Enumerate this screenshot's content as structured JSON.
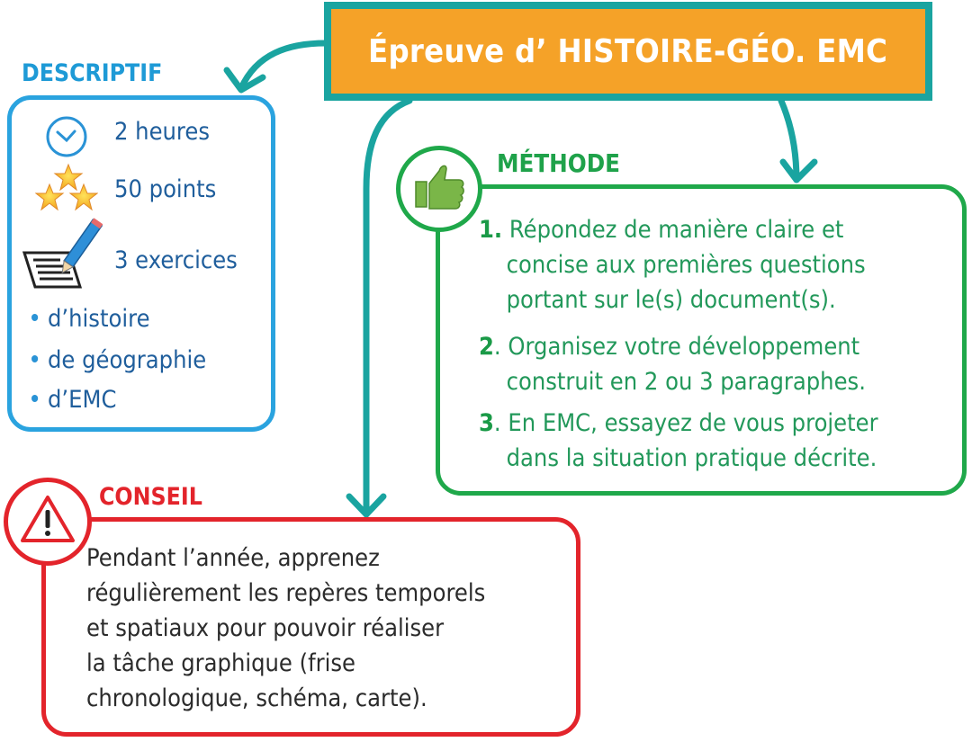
{
  "title": "Épreuve d’ HISTOIRE-GÉO. EMC",
  "colors": {
    "title_bg": "#f5a228",
    "title_border": "#1aa4a0",
    "connector": "#1aa4a0",
    "descriptif": "#2aa3df",
    "methode": "#1fa84a",
    "conseil": "#e3242b"
  },
  "descriptif": {
    "heading": "DESCRIPTIF",
    "duration": {
      "icon": "clock-icon",
      "label": "2 heures"
    },
    "points": {
      "icon": "stars-icon",
      "label": "50 points"
    },
    "exercises": {
      "icon": "paper-pencil-icon",
      "label": "3 exercices"
    },
    "subjects": [
      "d’histoire",
      "de géographie",
      "d’EMC"
    ]
  },
  "methode": {
    "heading": "MÉTHODE",
    "icon": "thumbs-up-icon",
    "items": [
      {
        "num": "1.",
        "lines": [
          "Répondez de manière claire et",
          "concise aux premières questions",
          "portant sur le(s) document(s)."
        ]
      },
      {
        "num": "2",
        "lines": [
          ". Organisez votre développement",
          "construit en 2 ou 3 paragraphes."
        ]
      },
      {
        "num": "3",
        "lines": [
          ". En EMC, essayez de vous projeter",
          "dans la situation pratique décrite."
        ]
      }
    ]
  },
  "conseil": {
    "heading": "CONSEIL",
    "icon": "warning-icon",
    "lines": [
      "Pendant l’année, apprenez",
      "régulièrement les repères temporels",
      "et spatiaux pour pouvoir réaliser",
      "la tâche graphique (frise",
      "chronologique, schéma, carte)."
    ]
  }
}
